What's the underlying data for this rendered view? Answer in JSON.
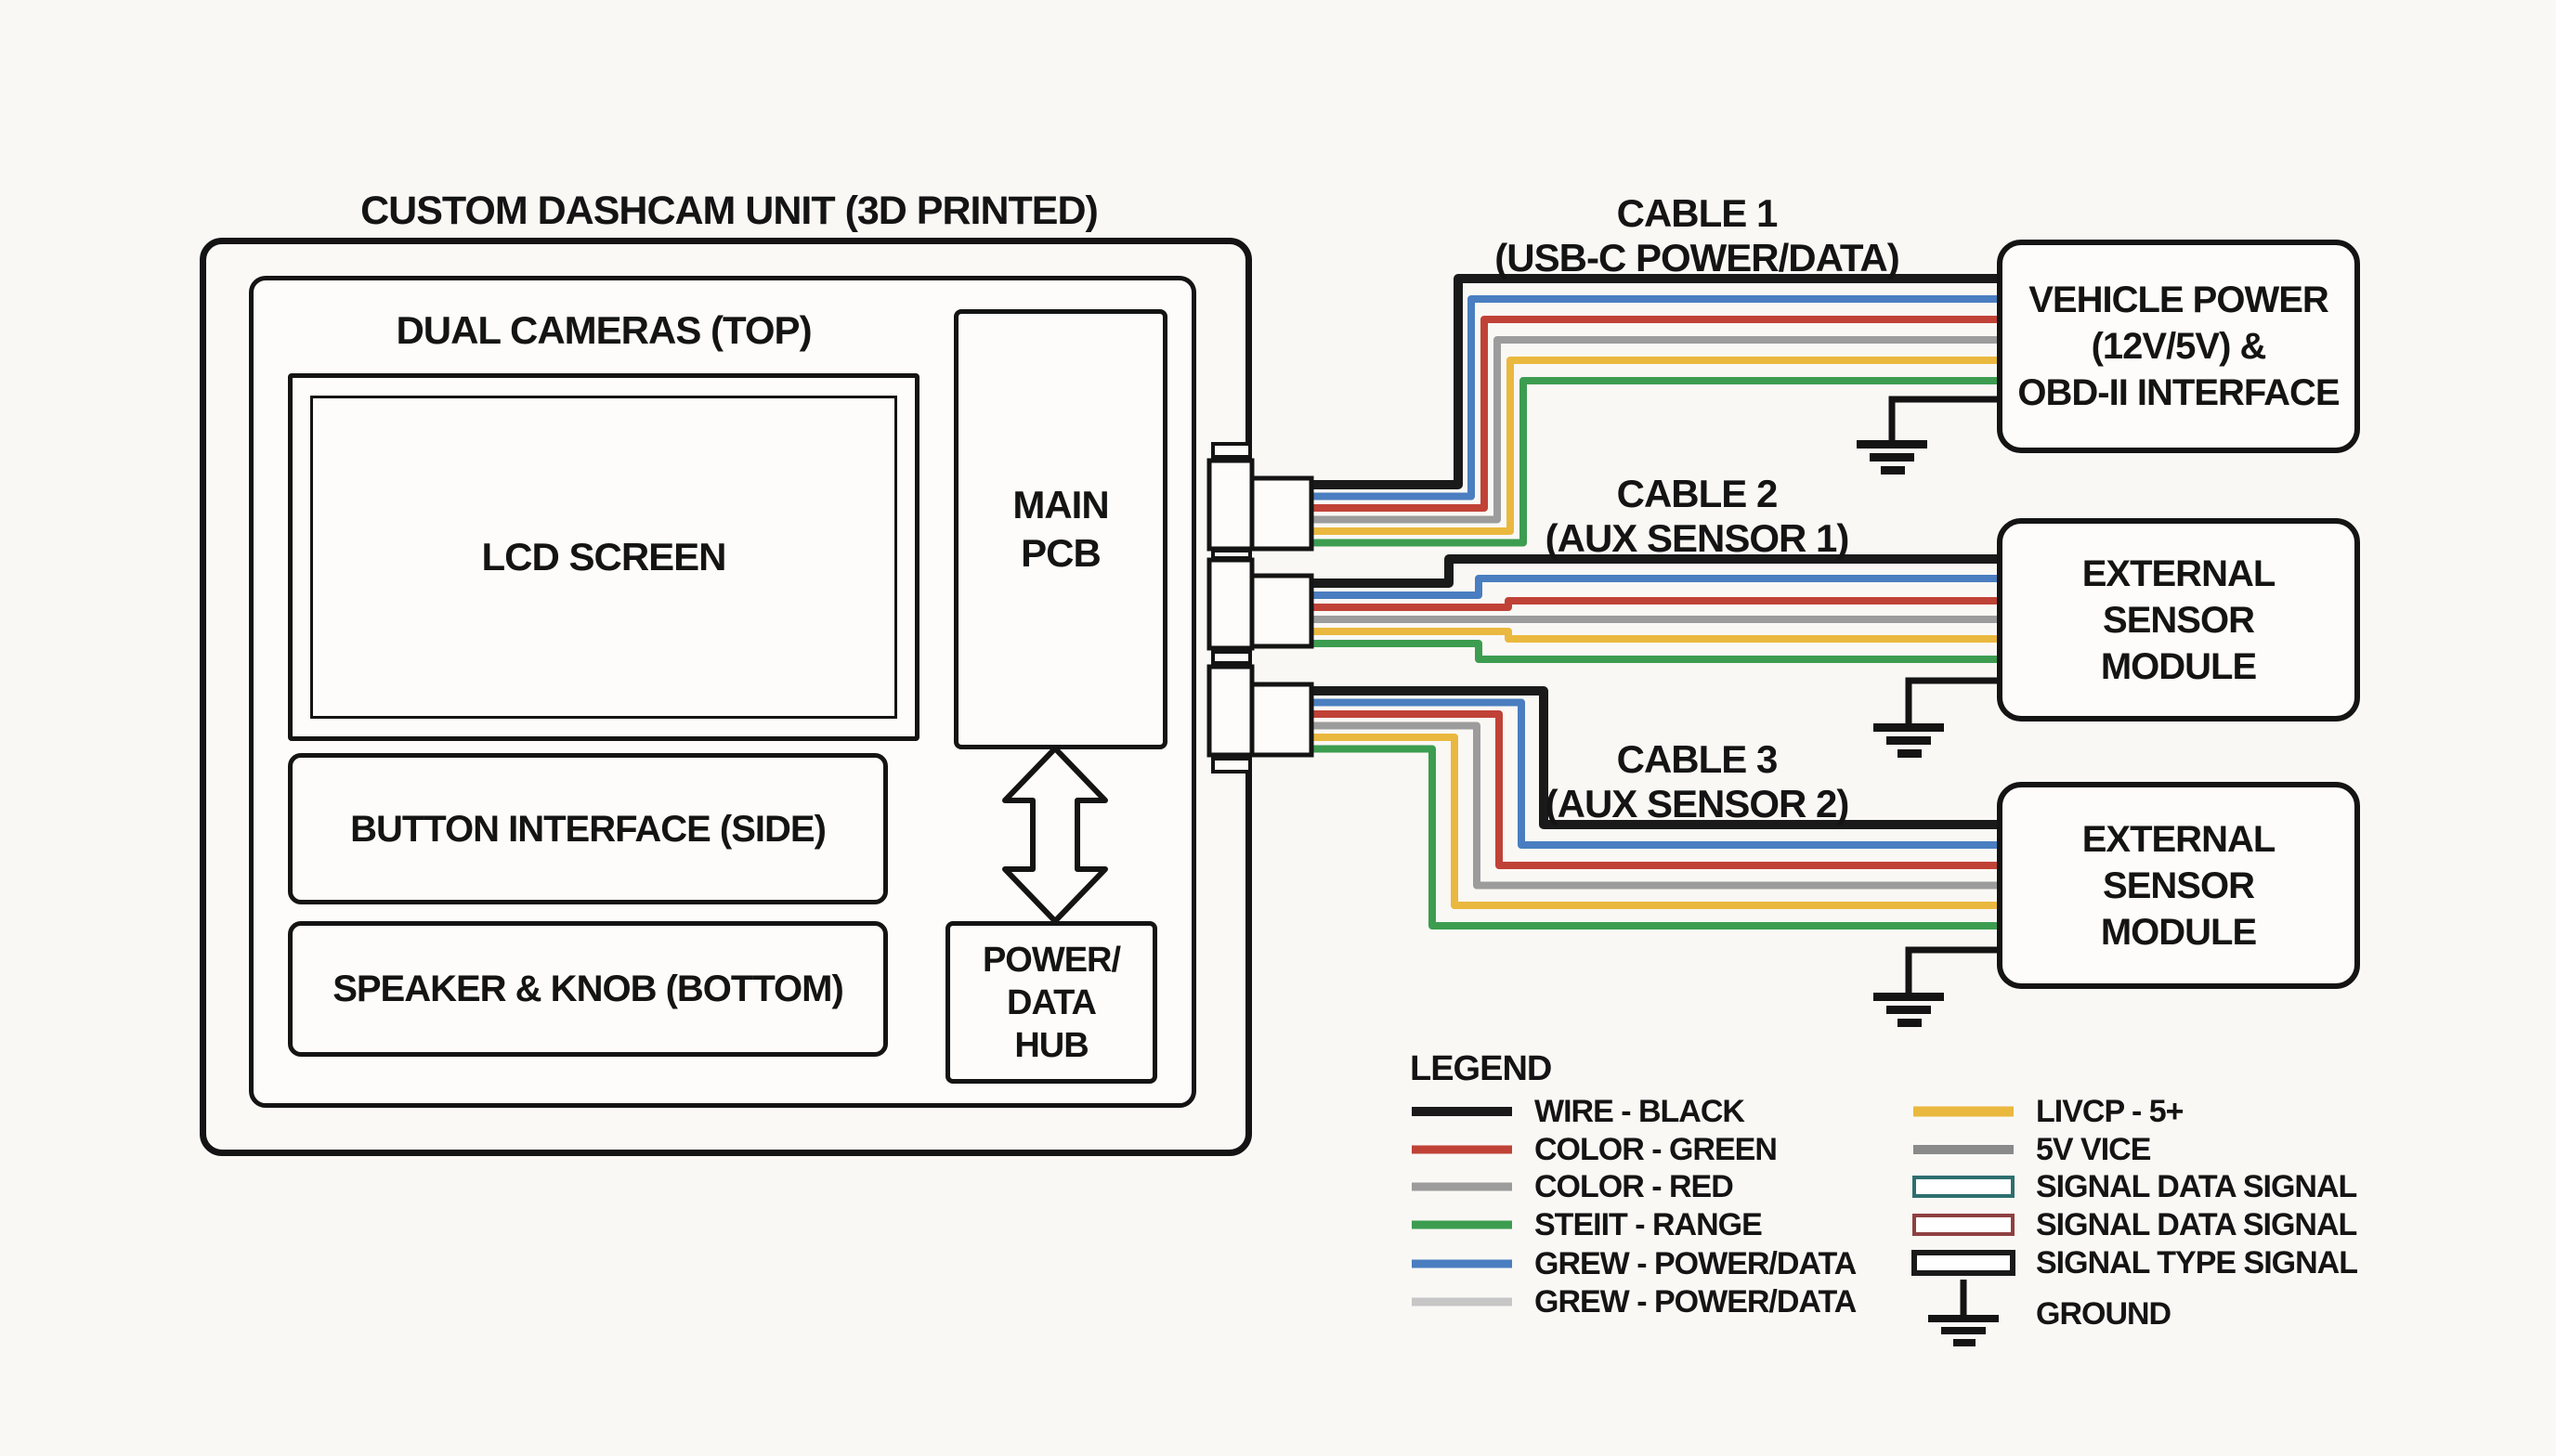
{
  "title": "CUSTOM DASHCAM UNIT (3D PRINTED)",
  "unit": {
    "cameras_label": "DUAL CAMERAS (TOP)",
    "lcd_label": "LCD SCREEN",
    "button_label": "BUTTON INTERFACE (SIDE)",
    "speaker_label": "SPEAKER & KNOB (BOTTOM)",
    "pcb_line1": "MAIN",
    "pcb_line2": "PCB",
    "hub_line1": "POWER/",
    "hub_line2": "DATA",
    "hub_line3": "HUB"
  },
  "cables": [
    {
      "name": "CABLE 1",
      "subtitle": "(USB-C POWER/DATA)",
      "wires": [
        "BLACK",
        "BLUE",
        "RED",
        "GRAY",
        "YELLOW",
        "GREEN"
      ]
    },
    {
      "name": "CABLE 2",
      "subtitle": "(AUX SENSOR 1)",
      "wires": [
        "BLACK",
        "BLUE",
        "RED",
        "GRAY",
        "YELLOW",
        "GREEN"
      ]
    },
    {
      "name": "CABLE 3",
      "subtitle": "(AUX SENSOR 2)",
      "wires": [
        "BLACK",
        "BLUE",
        "RED",
        "GRAY",
        "YELLOW",
        "GREEN"
      ]
    }
  ],
  "modules": [
    {
      "line1": "VEHICLE POWER",
      "line2": "(12V/5V) &",
      "line3": "OBD-II INTERFACE"
    },
    {
      "line1": "EXTERNAL",
      "line2": "SENSOR",
      "line3": "MODULE"
    },
    {
      "line1": "EXTERNAL",
      "line2": "SENSOR",
      "line3": "MODULE"
    }
  ],
  "legend": {
    "title": "LEGEND",
    "left": [
      {
        "label": "WIRE - BLACK",
        "swatch": "line",
        "color": "black"
      },
      {
        "label": "COLOR - GREEN",
        "swatch": "line",
        "color": "red"
      },
      {
        "label": "COLOR - RED",
        "swatch": "line",
        "color": "gray"
      },
      {
        "label": "STEIIT - RANGE",
        "swatch": "line",
        "color": "green"
      },
      {
        "label": "GREW - POWER/DATA",
        "swatch": "line",
        "color": "blue"
      },
      {
        "label": "GREW - POWER/DATA",
        "swatch": "line",
        "color": "light_gray"
      }
    ],
    "right": [
      {
        "label": "LIVCP - 5+",
        "swatch": "line",
        "color": "yellow"
      },
      {
        "label": "5V VICE",
        "swatch": "line",
        "color": "dark_gray"
      },
      {
        "label": "SIGNAL DATA SIGNAL",
        "swatch": "outline",
        "color": "teal"
      },
      {
        "label": "SIGNAL DATA SIGNAL",
        "swatch": "outline",
        "color": "dark_red"
      },
      {
        "label": "SIGNAL TYPE SIGNAL",
        "swatch": "outline",
        "color": "black"
      },
      {
        "label": "GROUND",
        "swatch": "ground"
      }
    ]
  },
  "colors": {
    "black": "#1a1a1a",
    "blue": "#4a7ec0",
    "red": "#c04237",
    "gray": "#9c9c9c",
    "yellow": "#eab83e",
    "green": "#3c9d50",
    "light_gray": "#c6c6c6",
    "dark_gray": "#8a8a8a",
    "teal": "#2e6f6f",
    "dark_red": "#8f4040",
    "ink": "#141414",
    "background": "#faf8f5"
  }
}
